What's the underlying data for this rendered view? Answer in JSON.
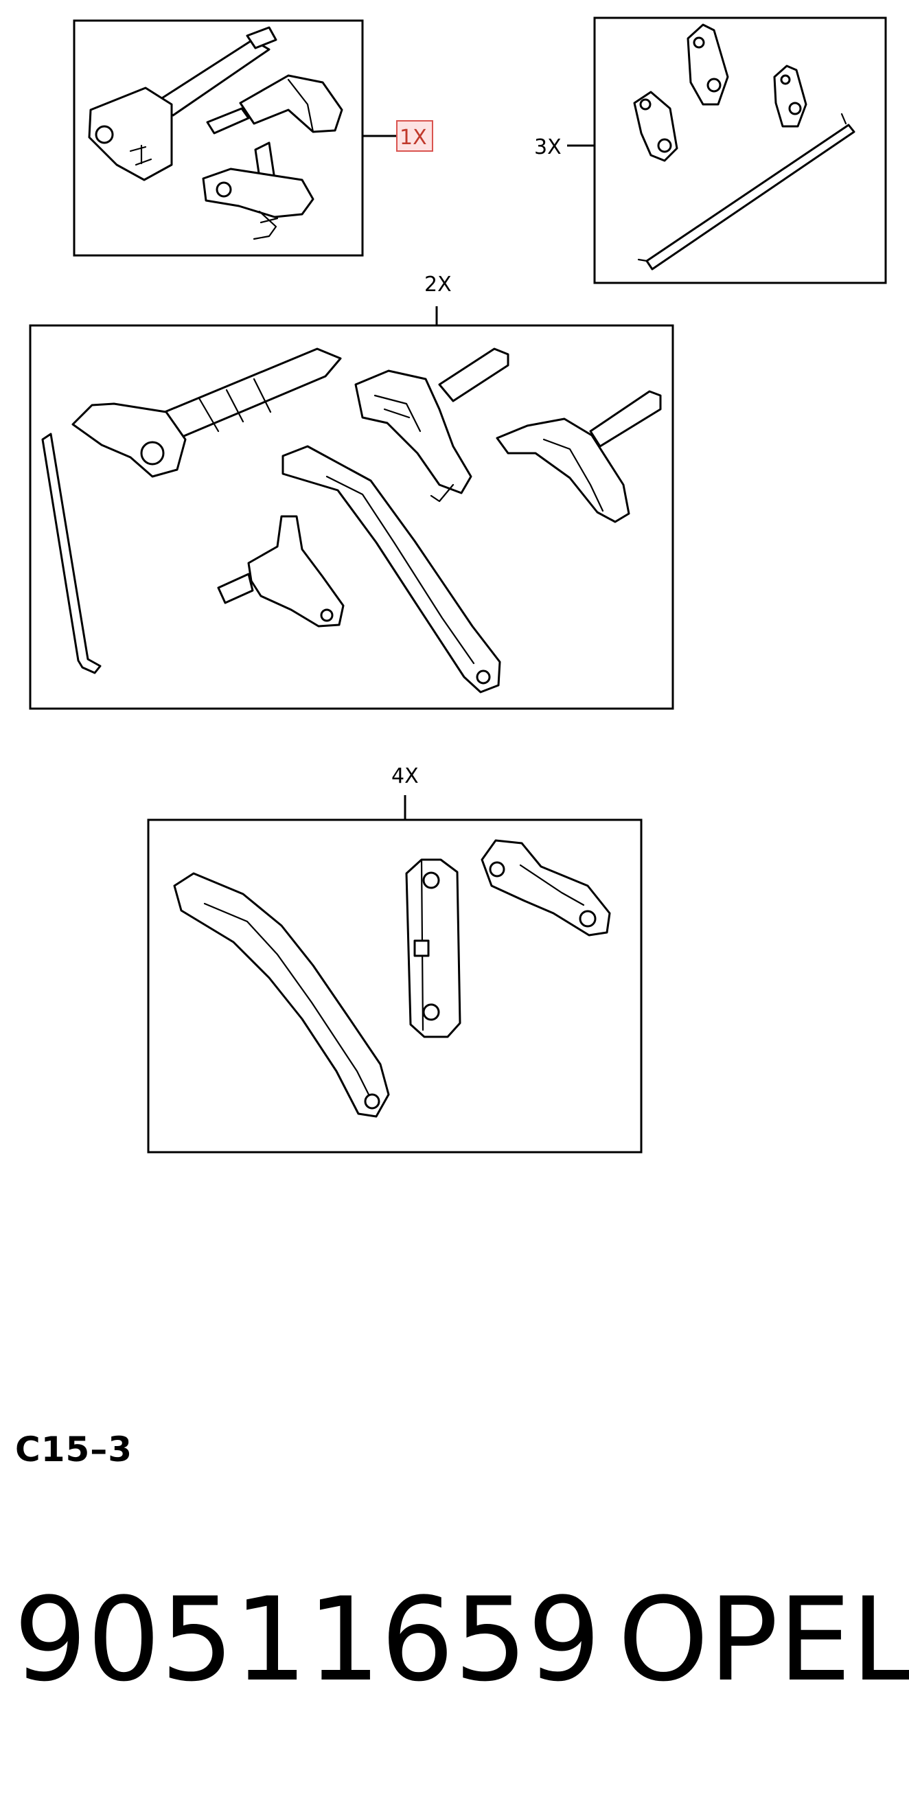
{
  "diagram": {
    "callouts": {
      "group1": "1X",
      "group2": "2X",
      "group3": "3X",
      "group4": "4X"
    },
    "highlight_color": "#d9534f",
    "code": "C15–3"
  },
  "footer": {
    "part_number": "90511659",
    "brand": "OPEL"
  }
}
